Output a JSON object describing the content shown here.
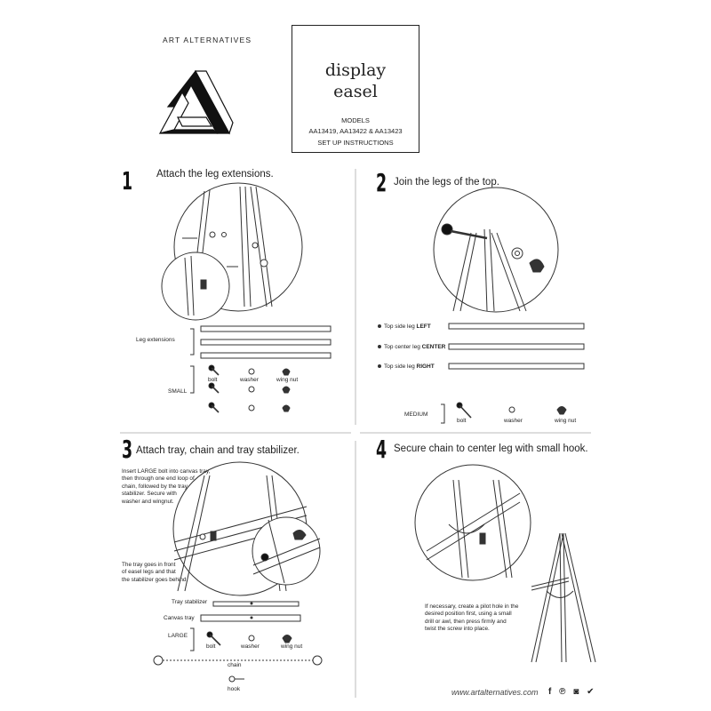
{
  "header": {
    "brand": "ART ALTERNATIVES",
    "title_line1": "display",
    "title_line2": "easel",
    "models_label": "MODELS",
    "model_numbers": "AA13419, AA13422 & AA13423",
    "subtitle": "SET UP INSTRUCTIONS"
  },
  "steps": [
    {
      "number": "1",
      "title": "Attach the leg extensions.",
      "labels": {
        "leg_extensions": "Leg extensions",
        "small": "SMALL",
        "bolt": "bolt",
        "washer": "washer",
        "wing_nut": "wing nut"
      }
    },
    {
      "number": "2",
      "title": "Join the legs of the top.",
      "labels": {
        "top_left_prefix": "Top side leg ",
        "top_left_bold": "LEFT",
        "top_center_prefix": "Top center leg ",
        "top_center_bold": "CENTER",
        "top_right_prefix": "Top side leg ",
        "top_right_bold": "RIGHT",
        "medium": "MEDIUM",
        "bolt": "bolt",
        "washer": "washer",
        "wing_nut": "wing nut"
      }
    },
    {
      "number": "3",
      "title": "Attach tray, chain and tray stabilizer.",
      "note1": [
        "Insert LARGE bolt into canvas tray,",
        "then through one end loop of",
        "chain, followed by the tray",
        "stabilizer. Secure with",
        "washer and wingnut."
      ],
      "note2": [
        "The tray goes in front",
        "of easel legs and that",
        "the stabilizer goes behind."
      ],
      "labels": {
        "tray_stabilizer": "Tray stabilizer",
        "canvas_tray": "Canvas tray",
        "large": "LARGE",
        "bolt": "bolt",
        "washer": "washer",
        "wing_nut": "wing nut",
        "chain": "chain",
        "hook": "hook"
      }
    },
    {
      "number": "4",
      "title": "Secure chain to center leg with small hook.",
      "note": [
        "If necessary, create a pilot hole in the",
        "desired position first, using a small",
        "drill or awl, then press firmly and",
        "twist the screw into place."
      ]
    }
  ],
  "footer": {
    "url": "www.artalternatives.com",
    "social": "f ℗ ◙ ✔"
  }
}
